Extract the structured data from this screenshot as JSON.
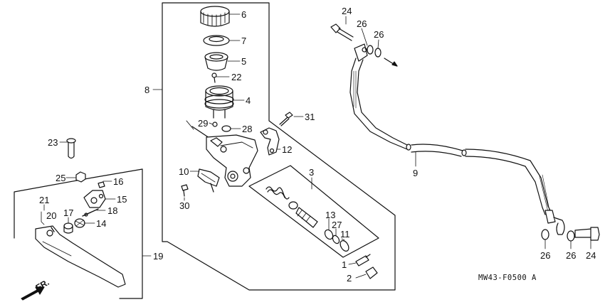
{
  "diagram": {
    "diagram_code": "MW43-F0500 A",
    "front_label": "FR.",
    "callouts": [
      {
        "id": "c6",
        "label": "6"
      },
      {
        "id": "c7",
        "label": "7"
      },
      {
        "id": "c5",
        "label": "5"
      },
      {
        "id": "c22",
        "label": "22"
      },
      {
        "id": "c8",
        "label": "8"
      },
      {
        "id": "c4",
        "label": "4"
      },
      {
        "id": "c29",
        "label": "29"
      },
      {
        "id": "c28",
        "label": "28"
      },
      {
        "id": "c31",
        "label": "31"
      },
      {
        "id": "c12",
        "label": "12"
      },
      {
        "id": "c23",
        "label": "23"
      },
      {
        "id": "c10",
        "label": "10"
      },
      {
        "id": "c3",
        "label": "3"
      },
      {
        "id": "c25",
        "label": "25"
      },
      {
        "id": "c16",
        "label": "16"
      },
      {
        "id": "c15",
        "label": "15"
      },
      {
        "id": "c30",
        "label": "30"
      },
      {
        "id": "c21",
        "label": "21"
      },
      {
        "id": "c18",
        "label": "18"
      },
      {
        "id": "c17",
        "label": "17"
      },
      {
        "id": "c20",
        "label": "20"
      },
      {
        "id": "c14",
        "label": "14"
      },
      {
        "id": "c13",
        "label": "13"
      },
      {
        "id": "c27",
        "label": "27"
      },
      {
        "id": "c11",
        "label": "11"
      },
      {
        "id": "c19",
        "label": "19"
      },
      {
        "id": "c1",
        "label": "1"
      },
      {
        "id": "c2",
        "label": "2"
      },
      {
        "id": "c24a",
        "label": "24"
      },
      {
        "id": "c26a",
        "label": "26"
      },
      {
        "id": "c26b",
        "label": "26"
      },
      {
        "id": "c9",
        "label": "9"
      },
      {
        "id": "c26c",
        "label": "26"
      },
      {
        "id": "c26d",
        "label": "26"
      },
      {
        "id": "c24b",
        "label": "24"
      }
    ]
  }
}
